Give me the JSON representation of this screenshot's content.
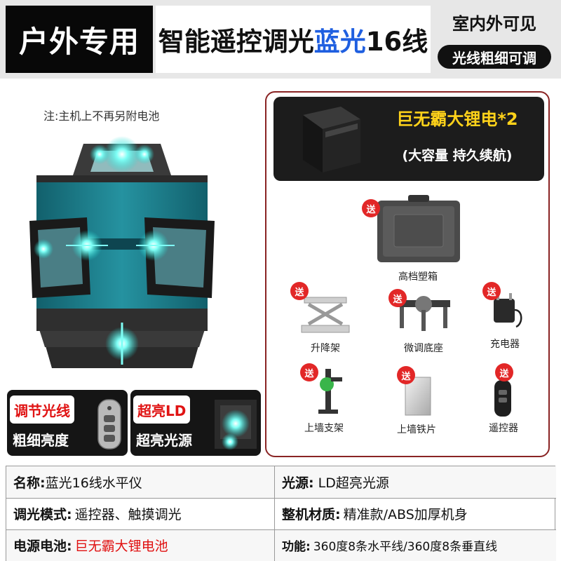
{
  "header": {
    "left_title": "户外专用",
    "mid_title_prefix": "智能遥控调光",
    "mid_title_blue": "蓝光",
    "mid_title_suffix": "16线",
    "right_line1": "室内外可见",
    "right_line2": "光线粗细可调"
  },
  "product": {
    "note": "注:主机上不再另附电池"
  },
  "promos": [
    {
      "top": "调节光线",
      "bottom": "粗细亮度"
    },
    {
      "top": "超亮LD",
      "bottom": "超亮光源"
    }
  ],
  "battery": {
    "title": "巨无霸大锂电*2",
    "subtitle": "(大容量 持久续航)"
  },
  "gift_badge": "送",
  "accessories": [
    {
      "label": "高档塑箱",
      "icon": "plastic-case-icon"
    },
    {
      "label": "升降架",
      "icon": "lift-stand-icon"
    },
    {
      "label": "微调底座",
      "icon": "fine-tune-base-icon"
    },
    {
      "label": "充电器",
      "icon": "charger-icon"
    },
    {
      "label": "上墙支架",
      "icon": "wall-bracket-icon"
    },
    {
      "label": "上墙铁片",
      "icon": "wall-iron-plate-icon"
    },
    {
      "label": "遥控器",
      "icon": "remote-icon"
    }
  ],
  "specs": {
    "name_key": "名称:",
    "name_val": "蓝光16线水平仪",
    "light_key": "光源:",
    "light_val": "LD超亮光源",
    "dimming_key": "调光模式:",
    "dimming_val": "遥控器、触摸调光",
    "material_key": "整机材质:",
    "material_val": "精准款/ABS加厚机身",
    "power_key": "电源电池:",
    "power_val": "巨无霸大锂电池",
    "function_key": "功能:",
    "function_val": "360度8条水平线/360度8条垂直线"
  },
  "colors": {
    "accent_blue": "#1f5fe0",
    "accent_red": "#e01010",
    "battery_yellow": "#ffd21a",
    "laser_cyan": "#3ff2e6",
    "device_teal": "#1d7f8c"
  }
}
